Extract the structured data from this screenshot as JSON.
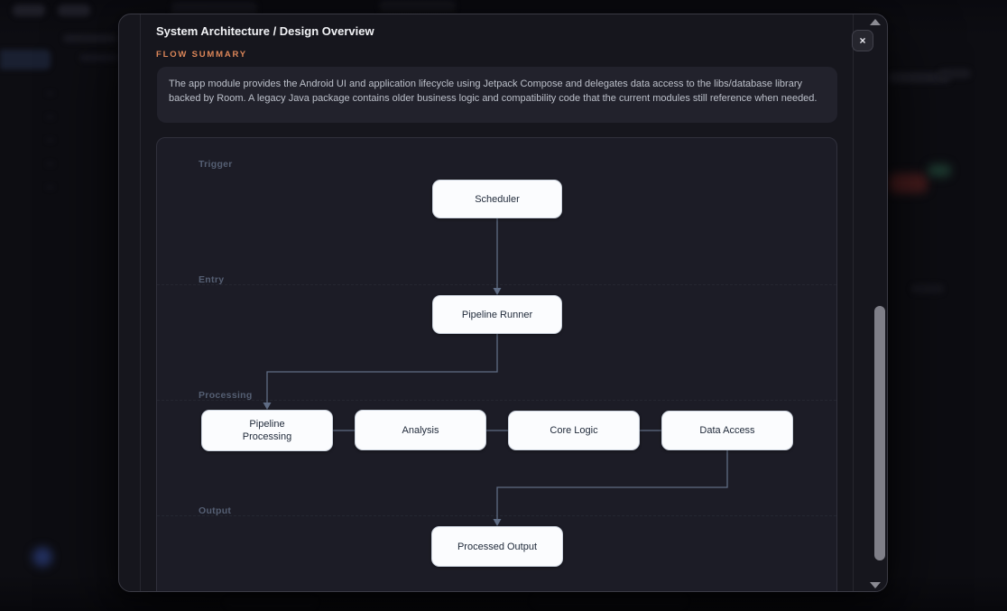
{
  "modal": {
    "title": "System Architecture / Design Overview",
    "section_label": "FLOW SUMMARY",
    "description": "The app module provides the Android UI and application lifecycle using Jetpack Compose and delegates data access to the libs/database library backed by Room. A legacy Java package contains older business logic and compatibility code that the current modules still reference when needed.",
    "close_label": "×"
  },
  "diagram": {
    "lanes": [
      {
        "label": "Trigger"
      },
      {
        "label": "Entry"
      },
      {
        "label": "Processing"
      },
      {
        "label": "Output"
      }
    ],
    "nodes": [
      {
        "id": "scheduler",
        "label": "Scheduler",
        "lane": "Trigger"
      },
      {
        "id": "pipeline-runner",
        "label": "Pipeline Runner",
        "lane": "Entry"
      },
      {
        "id": "pipeline-processing",
        "label": "Pipeline Processing",
        "lane": "Processing"
      },
      {
        "id": "analysis",
        "label": "Analysis",
        "lane": "Processing"
      },
      {
        "id": "core-logic",
        "label": "Core Logic",
        "lane": "Processing"
      },
      {
        "id": "data-access",
        "label": "Data Access",
        "lane": "Processing"
      },
      {
        "id": "processed-output",
        "label": "Processed Output",
        "lane": "Output"
      }
    ],
    "edges": [
      {
        "from": "Scheduler",
        "to": "Pipeline Runner"
      },
      {
        "from": "Pipeline Runner",
        "to": "Pipeline Processing"
      },
      {
        "from": "Pipeline Processing",
        "to": "Analysis"
      },
      {
        "from": "Analysis",
        "to": "Core Logic"
      },
      {
        "from": "Core Logic",
        "to": "Data Access"
      },
      {
        "from": "Data Access",
        "to": "Processed Output"
      }
    ]
  },
  "colors": {
    "accent_orange": "#dd8759",
    "node_background": "#fbfcfe",
    "connector": "#5f6c84",
    "modal_background": "#16161d",
    "panel_background": "#1c1c26"
  }
}
